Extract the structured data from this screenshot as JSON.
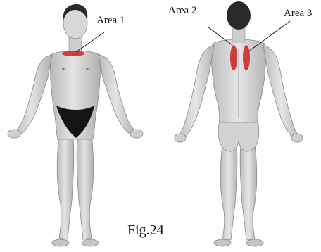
{
  "figure": {
    "caption": "Fig.24",
    "labels": {
      "area1": "Area 1",
      "area2": "Area 2",
      "area3": "Area 3"
    },
    "colors": {
      "skin": "#d9d9d9",
      "skin_shadow": "#a8a8a8",
      "hair": "#2a2a2a",
      "garment": "#141414",
      "area_marker": "#cf3c3c",
      "leader_line": "#111111"
    },
    "figures": [
      "front-view-figure",
      "back-view-figure"
    ]
  }
}
